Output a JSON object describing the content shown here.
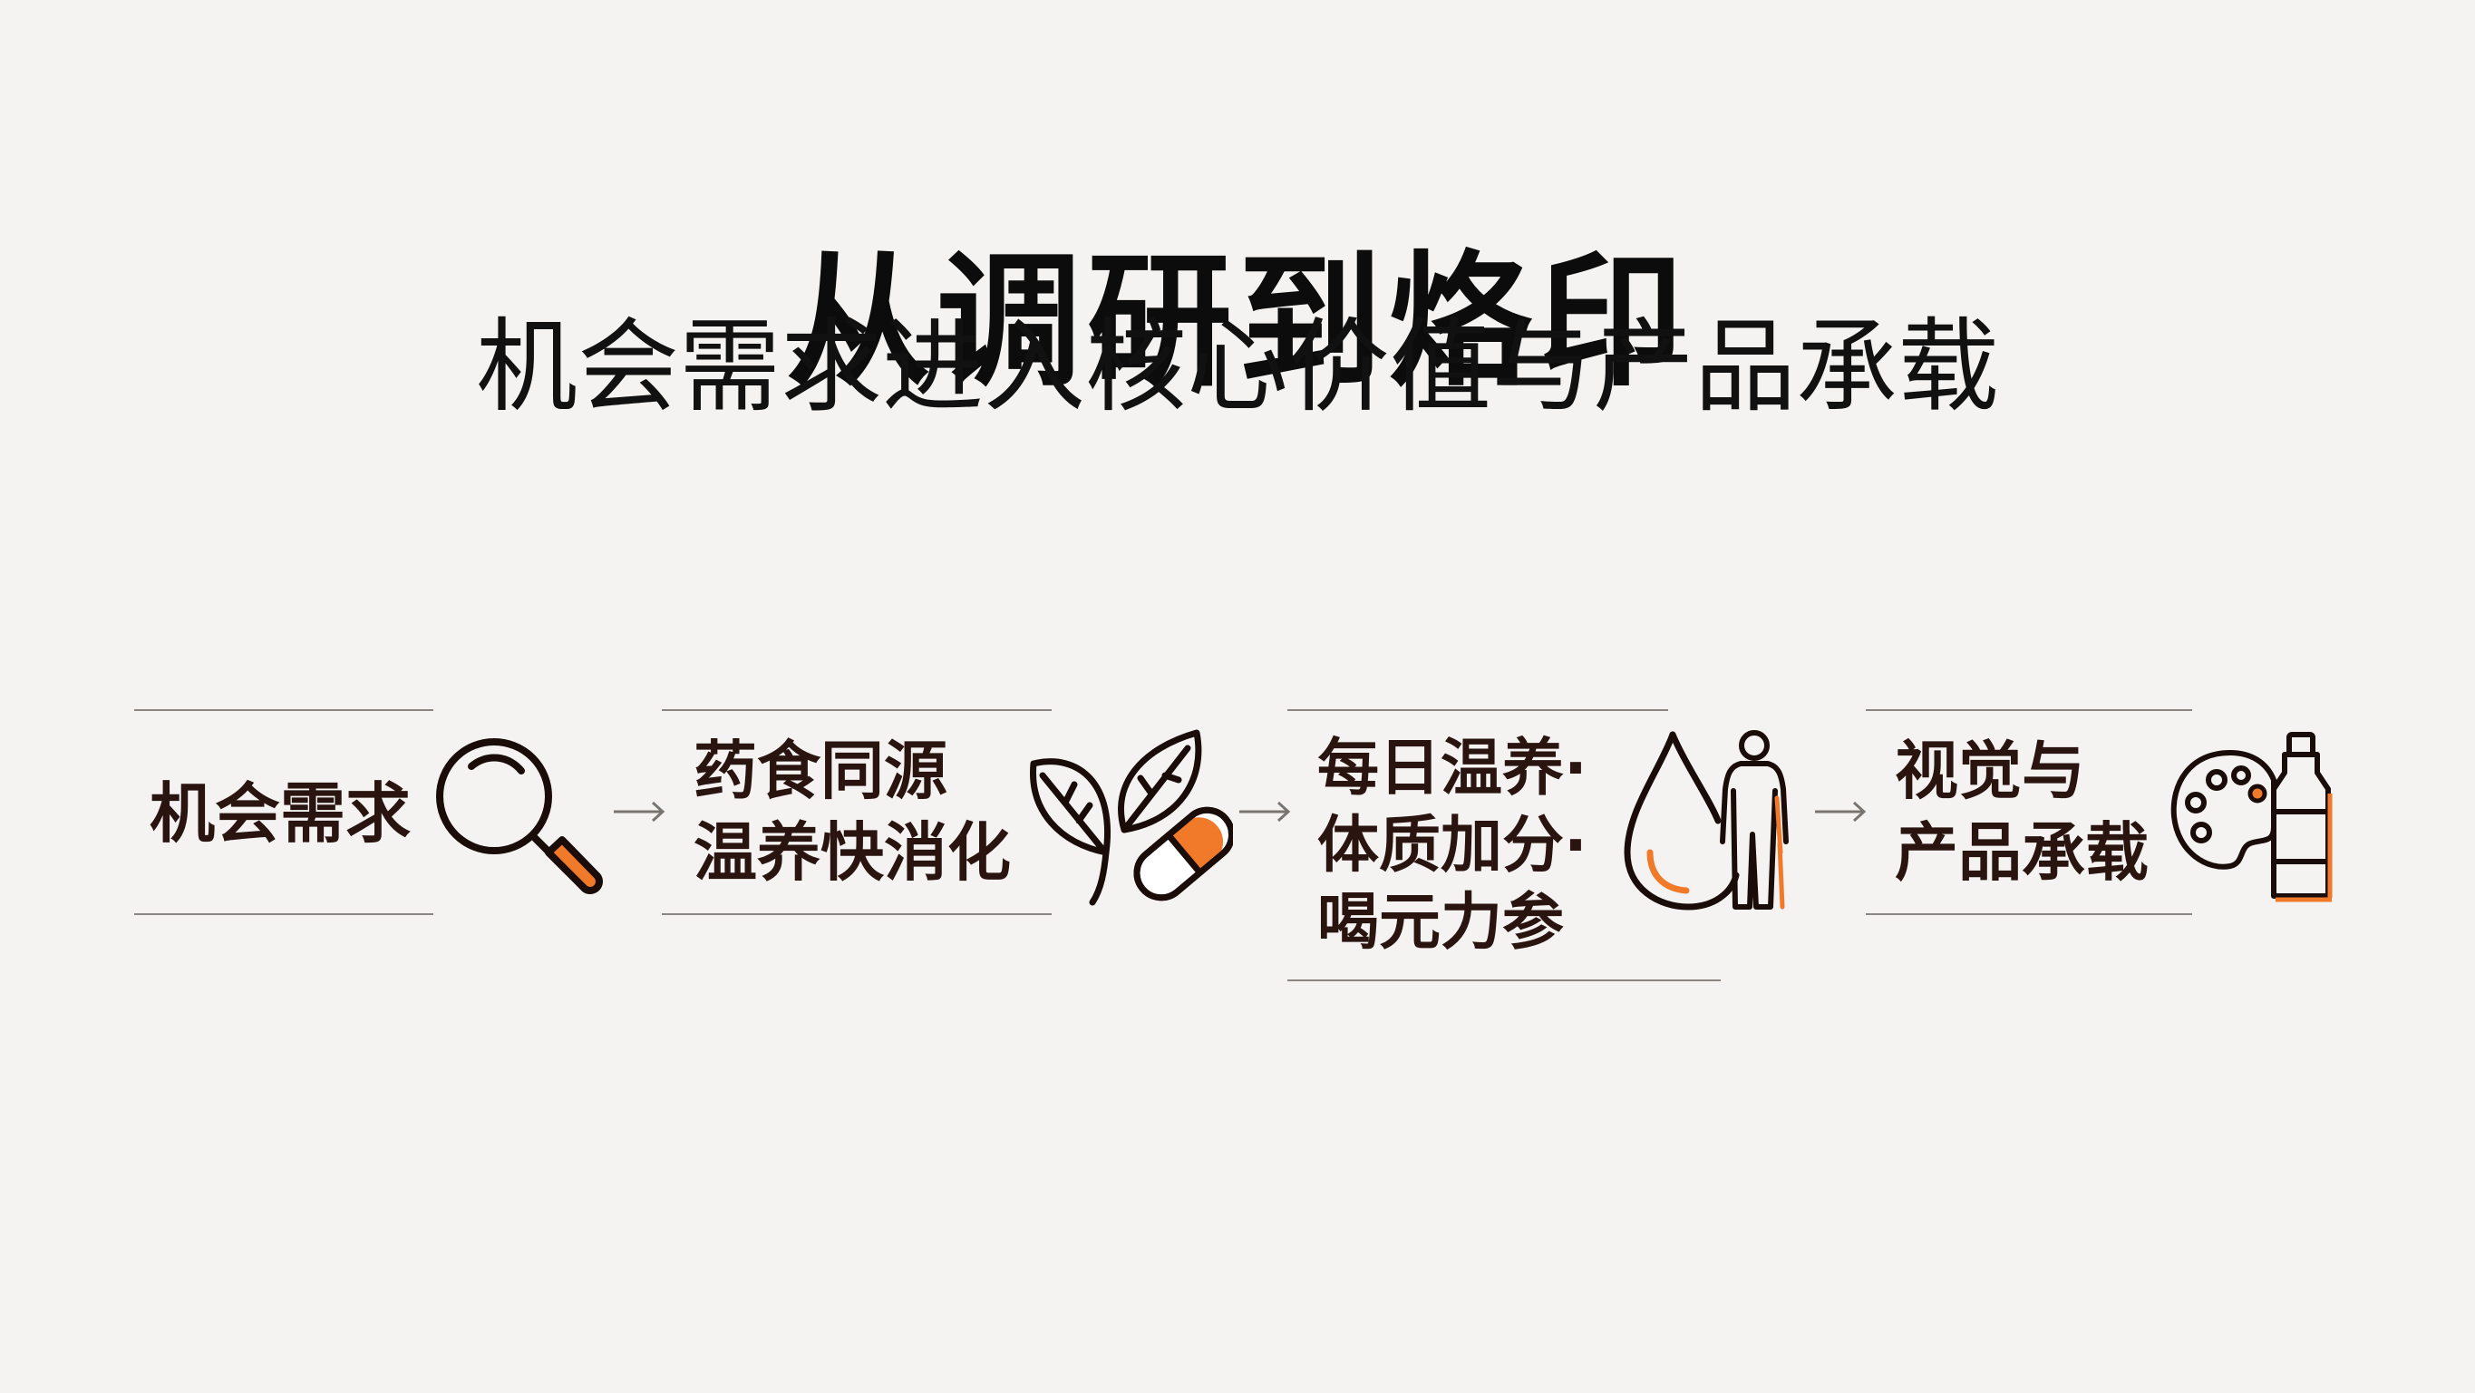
{
  "title": "从调研到烙印",
  "subtitle": "机会需求进入核心价值与产品承载",
  "steps": [
    {
      "lines": [
        "机会需求"
      ],
      "icon": "magnifying-glass-icon"
    },
    {
      "lines": [
        "药食同源",
        "温养快消化"
      ],
      "icon": "leaf-and-capsule-icon"
    },
    {
      "lines": [
        "每日温养·",
        "体质加分·",
        "喝元力参"
      ],
      "icon": "water-drop-and-human-icon"
    },
    {
      "lines": [
        "视觉与",
        "产品承载"
      ],
      "icon": "palette-and-bottle-icon"
    }
  ],
  "colors": {
    "accent": "#f07a2a",
    "text": "#2a1410",
    "line": "#8a8580"
  }
}
